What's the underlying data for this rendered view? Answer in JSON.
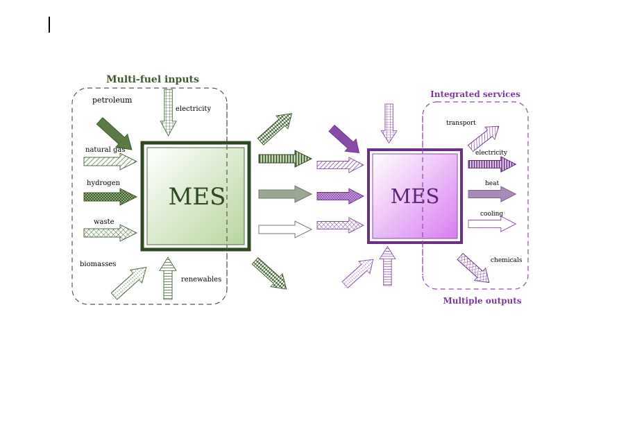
{
  "colors": {
    "green_dark": "#3c5a2c",
    "green_mid": "#6f8f5a",
    "green_light": "#b7cf9f",
    "green_box_fill": "#cfe4bd",
    "purple_dark": "#6b2f8a",
    "purple_mid": "#9a5fb6",
    "purple_light": "#d8b4e8",
    "purple_box_fill": "#e8b7f0",
    "border_gray": "#444444"
  },
  "left_group": {
    "title": "Multi-fuel inputs",
    "core_label": "MES",
    "inputs": [
      {
        "label": "petroleum",
        "icon": "solid-arrow-diagonal"
      },
      {
        "label": "electricity",
        "icon": "grid-arrow-down"
      },
      {
        "label": "natural gas",
        "icon": "hatched-arrow-right"
      },
      {
        "label": "hydrogen",
        "icon": "checker-arrow-right"
      },
      {
        "label": "waste",
        "icon": "crosshatch-arrow-right"
      },
      {
        "label": "biomasses",
        "icon": "dotted-arrow-diagonal"
      },
      {
        "label": "renewables",
        "icon": "striped-arrow-up"
      }
    ]
  },
  "right_group": {
    "title": "Integrated services",
    "bottom_title": "Multiple outputs",
    "core_label": "MES",
    "outputs": [
      {
        "label": "transport",
        "icon": "hatched-arrow-diagonal"
      },
      {
        "label": "electricity",
        "icon": "striped-arrow-right"
      },
      {
        "label": "heat",
        "icon": "solid-arrow-right"
      },
      {
        "label": "cooling",
        "icon": "outline-arrow-right"
      },
      {
        "label": "chemicals",
        "icon": "crosshatch-arrow-diagonal"
      }
    ]
  }
}
